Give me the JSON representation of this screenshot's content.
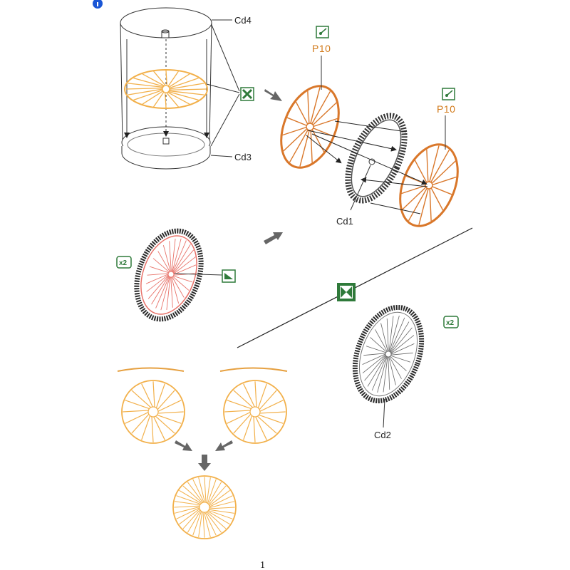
{
  "labels": {
    "cd4": "Cd4",
    "cd3": "Cd3",
    "cd1": "Cd1",
    "cd2": "Cd2",
    "p10_left": "P10",
    "p10_right": "P10",
    "x2_left": "x2",
    "x2_right": "x2"
  },
  "page_number": "1",
  "icons": {
    "info": "info-icon",
    "glue": "glue-icon",
    "paint_top_left": "paint-brush-icon",
    "paint_top_right": "paint-brush-icon",
    "assembly": "assemble-icon",
    "wheel_detail": "detail-icon"
  },
  "colors": {
    "orange_light": "#f2b04a",
    "orange_dark": "#d9772a",
    "red_spokes": "#e8736a",
    "tyre": "#2a2a2a",
    "green_icon": "#2f7a3a",
    "info_blue": "#1a56d6"
  }
}
